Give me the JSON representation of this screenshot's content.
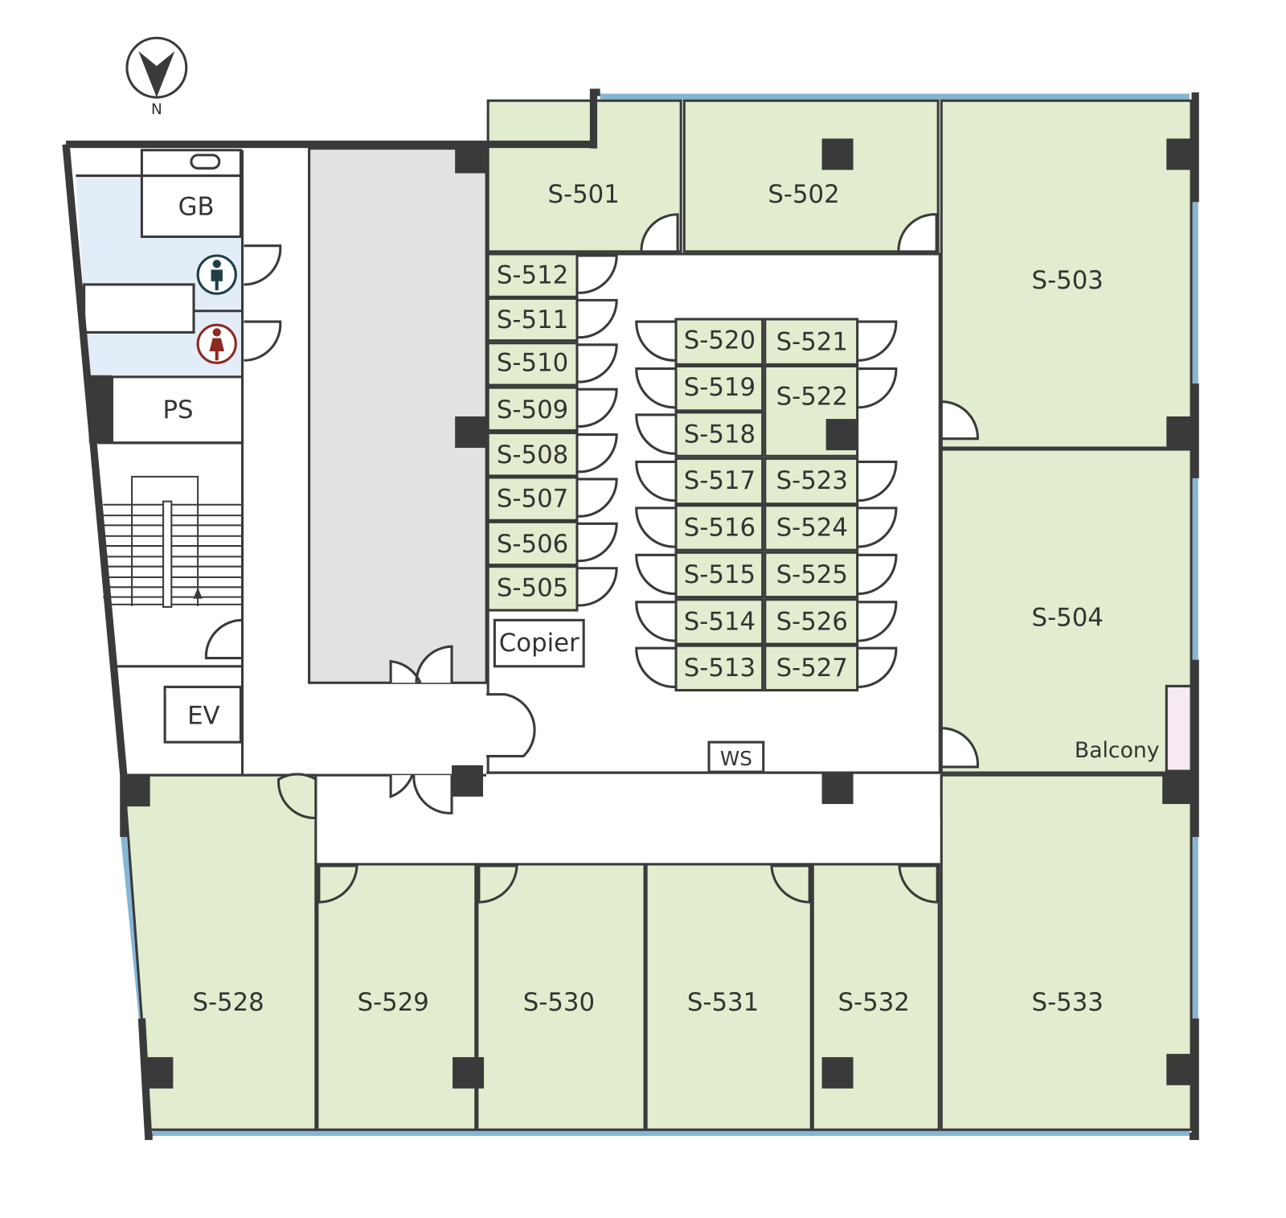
{
  "compass": {
    "label": "N"
  },
  "service": {
    "gb": "GB",
    "ps": "PS",
    "ev": "EV",
    "copier": "Copier",
    "ws": "WS",
    "balcony": "Balcony"
  },
  "restrooms": {
    "men": "men-restroom-icon",
    "women": "women-restroom-icon"
  },
  "colors": {
    "office": "#e2edcf",
    "restroom": "#e3edf8",
    "storage": "#e2e2e2",
    "balcony": "#f7e9f2",
    "wall": "#3a3a3a",
    "window": "#86b6d4",
    "men": "#1f3f46",
    "women": "#8b2a22"
  },
  "rooms": {
    "r501": "S-501",
    "r502": "S-502",
    "r503": "S-503",
    "r504": "S-504",
    "r505": "S-505",
    "r506": "S-506",
    "r507": "S-507",
    "r508": "S-508",
    "r509": "S-509",
    "r510": "S-510",
    "r511": "S-511",
    "r512": "S-512",
    "r513": "S-513",
    "r514": "S-514",
    "r515": "S-515",
    "r516": "S-516",
    "r517": "S-517",
    "r518": "S-518",
    "r519": "S-519",
    "r520": "S-520",
    "r521": "S-521",
    "r522": "S-522",
    "r523": "S-523",
    "r524": "S-524",
    "r525": "S-525",
    "r526": "S-526",
    "r527": "S-527",
    "r528": "S-528",
    "r529": "S-529",
    "r530": "S-530",
    "r531": "S-531",
    "r532": "S-532",
    "r533": "S-533"
  }
}
